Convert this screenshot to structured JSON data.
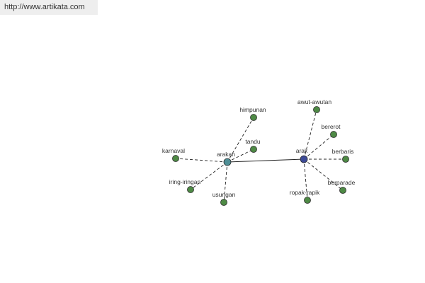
{
  "header": {
    "url_text": "http://www.artikata.com"
  },
  "colors": {
    "leaf_node": "#4e8a45",
    "hub_arakan": "#4f8f96",
    "hub_arak": "#3c4a96",
    "node_stroke": "#2a2a2a",
    "edge": "#222222"
  },
  "graph": {
    "hubs": [
      {
        "id": "arakan",
        "label": "arakan"
      },
      {
        "id": "arak",
        "label": "arak"
      }
    ],
    "hub_link": {
      "from": "arakan",
      "to": "arak"
    },
    "leaves": [
      {
        "id": "himpunan",
        "label": "himpunan",
        "hub": "arakan"
      },
      {
        "id": "tandu",
        "label": "tandu",
        "hub": "arakan"
      },
      {
        "id": "karnaval",
        "label": "karnaval",
        "hub": "arakan"
      },
      {
        "id": "iring-iringan",
        "label": "iring-iringan",
        "hub": "arakan"
      },
      {
        "id": "usungan",
        "label": "usungan",
        "hub": "arakan"
      },
      {
        "id": "awut-awutan",
        "label": "awut-awutan",
        "hub": "arak"
      },
      {
        "id": "bererot",
        "label": "bererot",
        "hub": "arak"
      },
      {
        "id": "berbaris",
        "label": "berbaris",
        "hub": "arak"
      },
      {
        "id": "berparade",
        "label": "berparade",
        "hub": "arak"
      },
      {
        "id": "ropak-rapik",
        "label": "ropak-rapik",
        "hub": "arak"
      }
    ]
  }
}
